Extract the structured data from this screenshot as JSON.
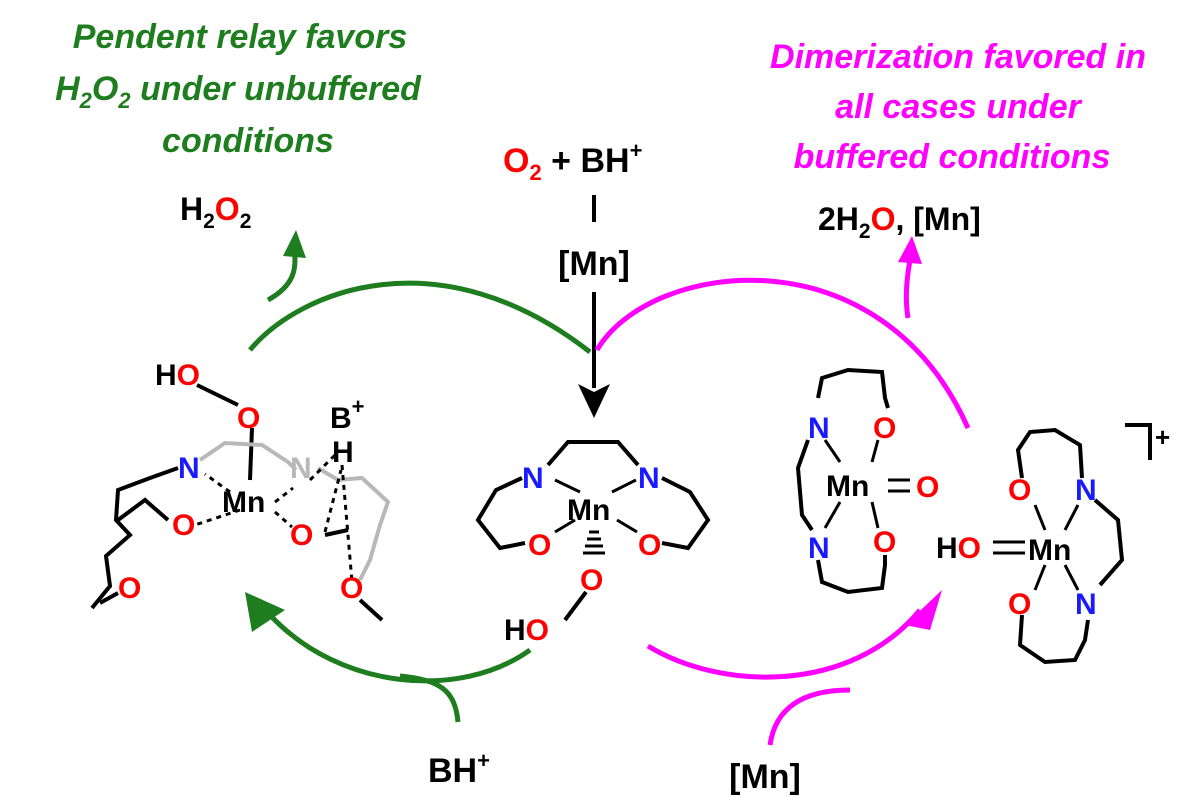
{
  "colors": {
    "green": "#1e7d1e",
    "magenta": "#ff00ff",
    "oxygen_red": "#ff0000",
    "nitrogen_blue": "#1a1aff",
    "black": "#000000",
    "grey_bond": "#b8b8b8"
  },
  "captions": {
    "green_line1": "Pendent relay favors",
    "green_line2_pre": "H",
    "green_line2_sub": "2",
    "green_line2_mid": "O",
    "green_line2_sub2": "2",
    "green_line2_post": " under unbuffered",
    "green_line3": "conditions",
    "magenta_line1": "Dimerization favored in",
    "magenta_line2": "all cases under",
    "magenta_line3": "buffered conditions"
  },
  "reagents": {
    "top_o": "O",
    "top_o_sub": "2",
    "top_plus": " + BH",
    "top_plus_sup": "+",
    "top_bar": "|",
    "top_mn": "[Mn]",
    "h2o2_h": "H",
    "h2o2_sub1": "2",
    "h2o2_o": "O",
    "h2o2_sub2": "2",
    "water_pre": "2H",
    "water_sub": "2",
    "water_o": "O",
    "water_post": ", [Mn]",
    "bottom_left": "BH",
    "bottom_left_sup": "+",
    "bottom_right": "[Mn]"
  },
  "atoms": {
    "H": "H",
    "O": "O",
    "N": "N",
    "Mn": "Mn",
    "B": "B",
    "plus": "+",
    "HO": "HO"
  }
}
